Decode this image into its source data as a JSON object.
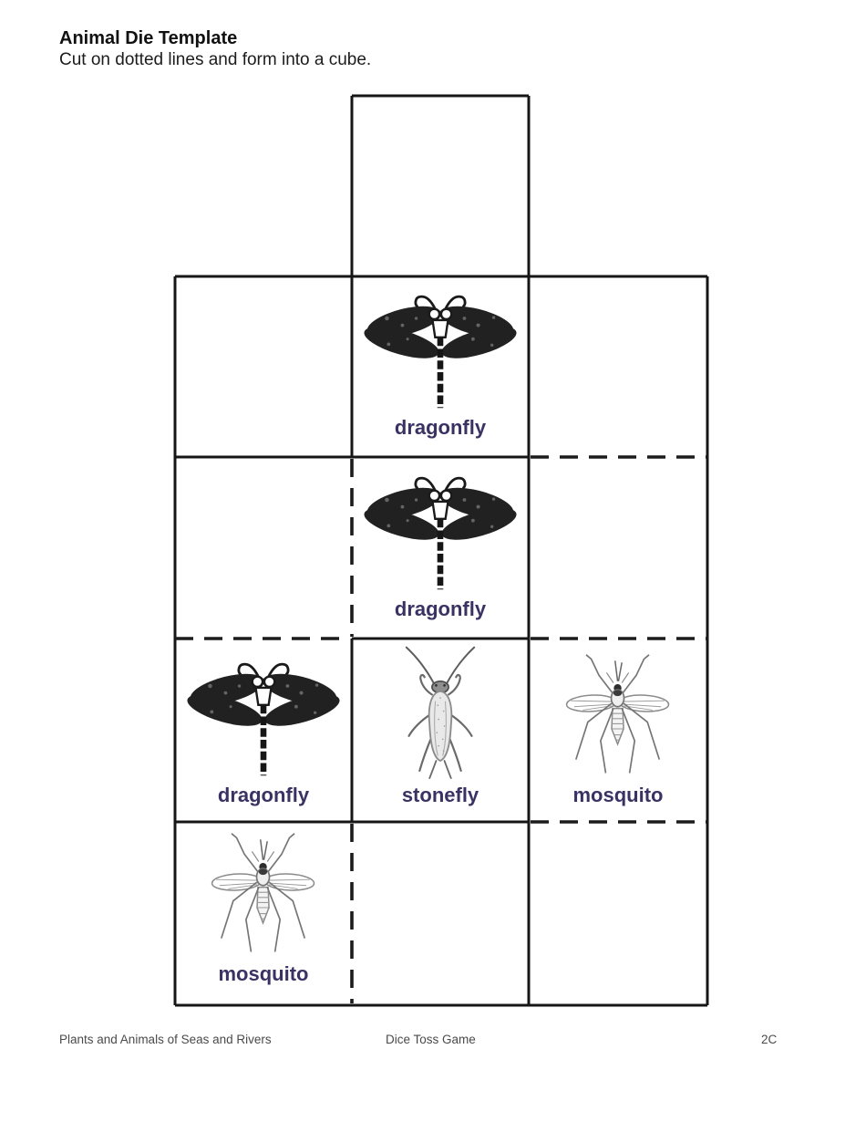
{
  "header": {
    "title": "Animal Die Template",
    "subtitle": "Cut on dotted lines and form into a cube."
  },
  "die": {
    "faces": {
      "row2_middle": "dragonfly",
      "row3_middle": "dragonfly",
      "row4_left": "dragonfly",
      "row4_middle": "stonefly",
      "row4_right": "mosquito",
      "row5_left": "mosquito"
    }
  },
  "footer": {
    "left": "Plants and Animals of Seas and Rivers",
    "center": "Dice Toss Game",
    "page_code": "2C"
  },
  "colors": {
    "face_label": "#3b3264",
    "grid_line": "#161616",
    "heading_text": "#111111",
    "footer_text": "#4a4a4a"
  }
}
